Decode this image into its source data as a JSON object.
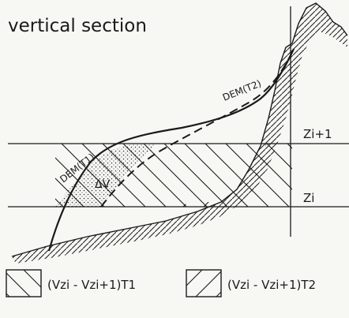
{
  "title": "vertical section",
  "levels": {
    "upper": "Zi+1",
    "lower": "Zi"
  },
  "curves": {
    "dem_t1": "DEM(T1)",
    "dem_t2": "DEM(T2)"
  },
  "volume_label": "ΔV",
  "legend": [
    {
      "label": "(Vzi - Vzi+1)T1",
      "hatch": "backslash"
    },
    {
      "label": "(Vzi - Vzi+1)T2",
      "hatch": "slash"
    }
  ],
  "colors": {
    "ink": "#1a1a1a",
    "paper": "#f7f7f4"
  }
}
